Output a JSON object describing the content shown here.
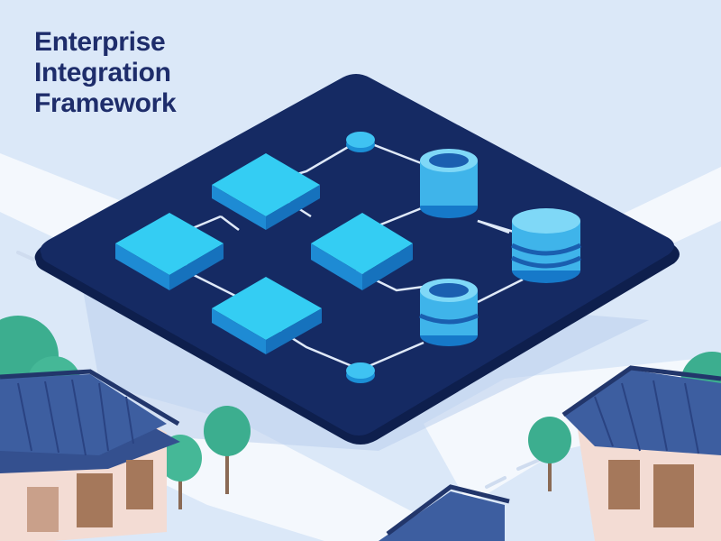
{
  "title": {
    "line1": "Enterprise",
    "line2": "Integration",
    "line3": "Framework"
  },
  "colors": {
    "sky": "#dbe8f8",
    "road": "#f4f8fd",
    "board": "#13275e",
    "module_top": "#2fc8f0",
    "module_side": "#1b8fd6",
    "db_light": "#7fd8f7",
    "db_mid": "#3fb4ea",
    "db_dark": "#1679c9",
    "roof": "#34508f",
    "wall": "#f3dcd4",
    "tree": "#3cae8f",
    "title_text": "#1e2d6b"
  },
  "scene": {
    "module_icon": "square-module-icon",
    "database_icon": "database-cylinder-icon",
    "node_icon": "circle-node-icon",
    "building_icon": "traditional-house-icon",
    "tree_icon": "tree-icon"
  }
}
